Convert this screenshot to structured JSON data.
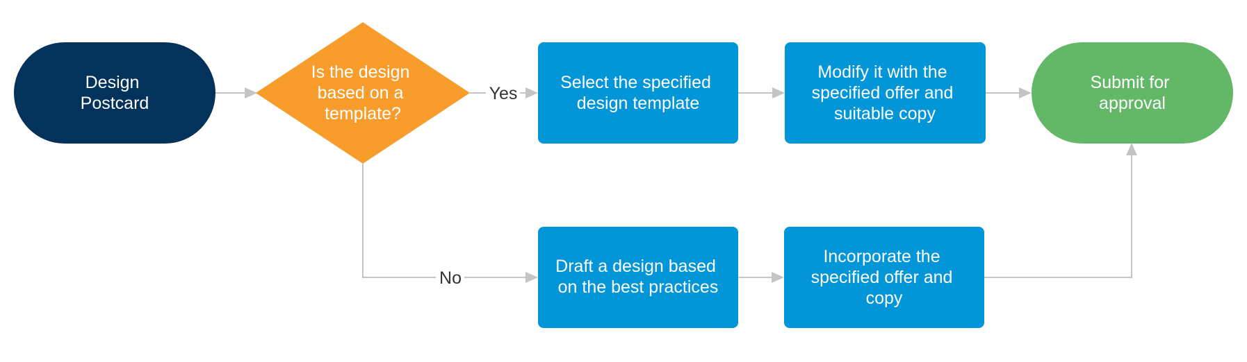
{
  "colors": {
    "start": "#03325a",
    "decision": "#f89c2b",
    "process": "#0296d8",
    "end": "#62b866",
    "edge": "#c4c4c4",
    "node_text": "#ffffff",
    "edge_text": "#333333"
  },
  "nodes": {
    "start": {
      "lines": [
        "Design",
        "Postcard"
      ]
    },
    "decision": {
      "lines": [
        "Is the design",
        "based on a",
        "template?"
      ]
    },
    "select_template": {
      "lines": [
        "Select the specified",
        "design template"
      ]
    },
    "modify": {
      "lines": [
        "Modify it with the",
        "specified offer and",
        "suitable copy"
      ]
    },
    "submit": {
      "lines": [
        "Submit for",
        "approval"
      ]
    },
    "draft": {
      "lines": [
        "Draft a design based",
        "on the best practices"
      ]
    },
    "incorporate": {
      "lines": [
        "Incorporate the",
        "specified offer and",
        "copy"
      ]
    }
  },
  "edges": {
    "yes_label": "Yes",
    "no_label": "No"
  }
}
